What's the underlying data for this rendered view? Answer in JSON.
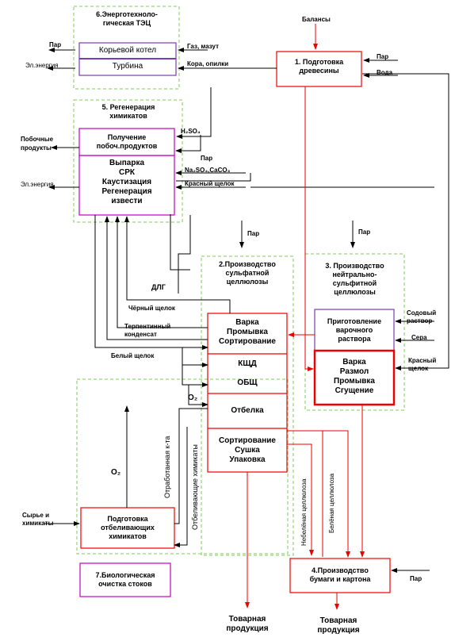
{
  "blocks": {
    "tec_title": "6.Энерготехноло-\nгическая ТЭЦ",
    "kotel": "Корьевой котел",
    "turbina": "Турбина",
    "regen_title": "5. Регенерация\nхимикатов",
    "poluchenie": "Получение\nпобоч.продуктов",
    "vyparka": "Выпарка\nСРК\nКаустизация\nРегенерация\nизвести",
    "podgotovka_dr": "1. Подготовка\nдревесины",
    "sulf_title": "2.Производство\nсульфатной\nцеллюлозы",
    "neutral_title": "3. Производство\nнейтрально-\nсульфитной\nцеллюлозы",
    "varka_prom": "Варка\nПромывка\nСортирование",
    "kshd": "КЩД",
    "obsh": "ОБЩ",
    "otbelka": "Отбелка",
    "sortirovanie": "Сортирование\nСушка\nУпаковка",
    "prigot": "Приготовление\nварочного\nраствора",
    "varka_razmol": "Варка\nРазмол\nПромывка\nСгущение",
    "podg_otbel": "Подготовка\nотбеливающих\nхимикатов",
    "bio": "7.Биологическая\nочистка стоков",
    "proizv_bum": "4.Производство\nбумаги и картона"
  },
  "labels": {
    "balansy": "Балансы",
    "par_tec": "Пар",
    "el_energ1": "Эл.энергия",
    "gaz": "Газ, мазут",
    "kora": "Кора, опилки",
    "par1": "Пар",
    "voda": "Вода",
    "h2so4": "H₂SO₄",
    "pobochnye": "Побочные\nпродукты",
    "par2": "Пар",
    "na2so4": "Na₂SO₄,CaCO₃",
    "krasny1": "Красный щелок",
    "el_energ2": "Эл.энергия",
    "par3": "Пар",
    "par4": "Пар",
    "dlg": "ДЛГ",
    "chern": "Чёрный щелок",
    "terp": "Терпентинный\nконденсат",
    "bely": "Белый щелок",
    "sodovy": "Содовый\nраствор",
    "sera": "Сера",
    "krasny2": "Красный\nщелок",
    "o2a": "O₂",
    "o2b": "O₂",
    "otrab": "Отработанная к-та",
    "otbel_him": "Отбеливающие химикаты",
    "nebel": "Небелёная целлюлоза",
    "belen": "Белёная целлюлоза",
    "syrye": "Сырье и\nхимикаты",
    "par5": "Пар",
    "tovar1": "Товарная\nпродукция",
    "tovar2": "Товарная\nпродукция"
  }
}
